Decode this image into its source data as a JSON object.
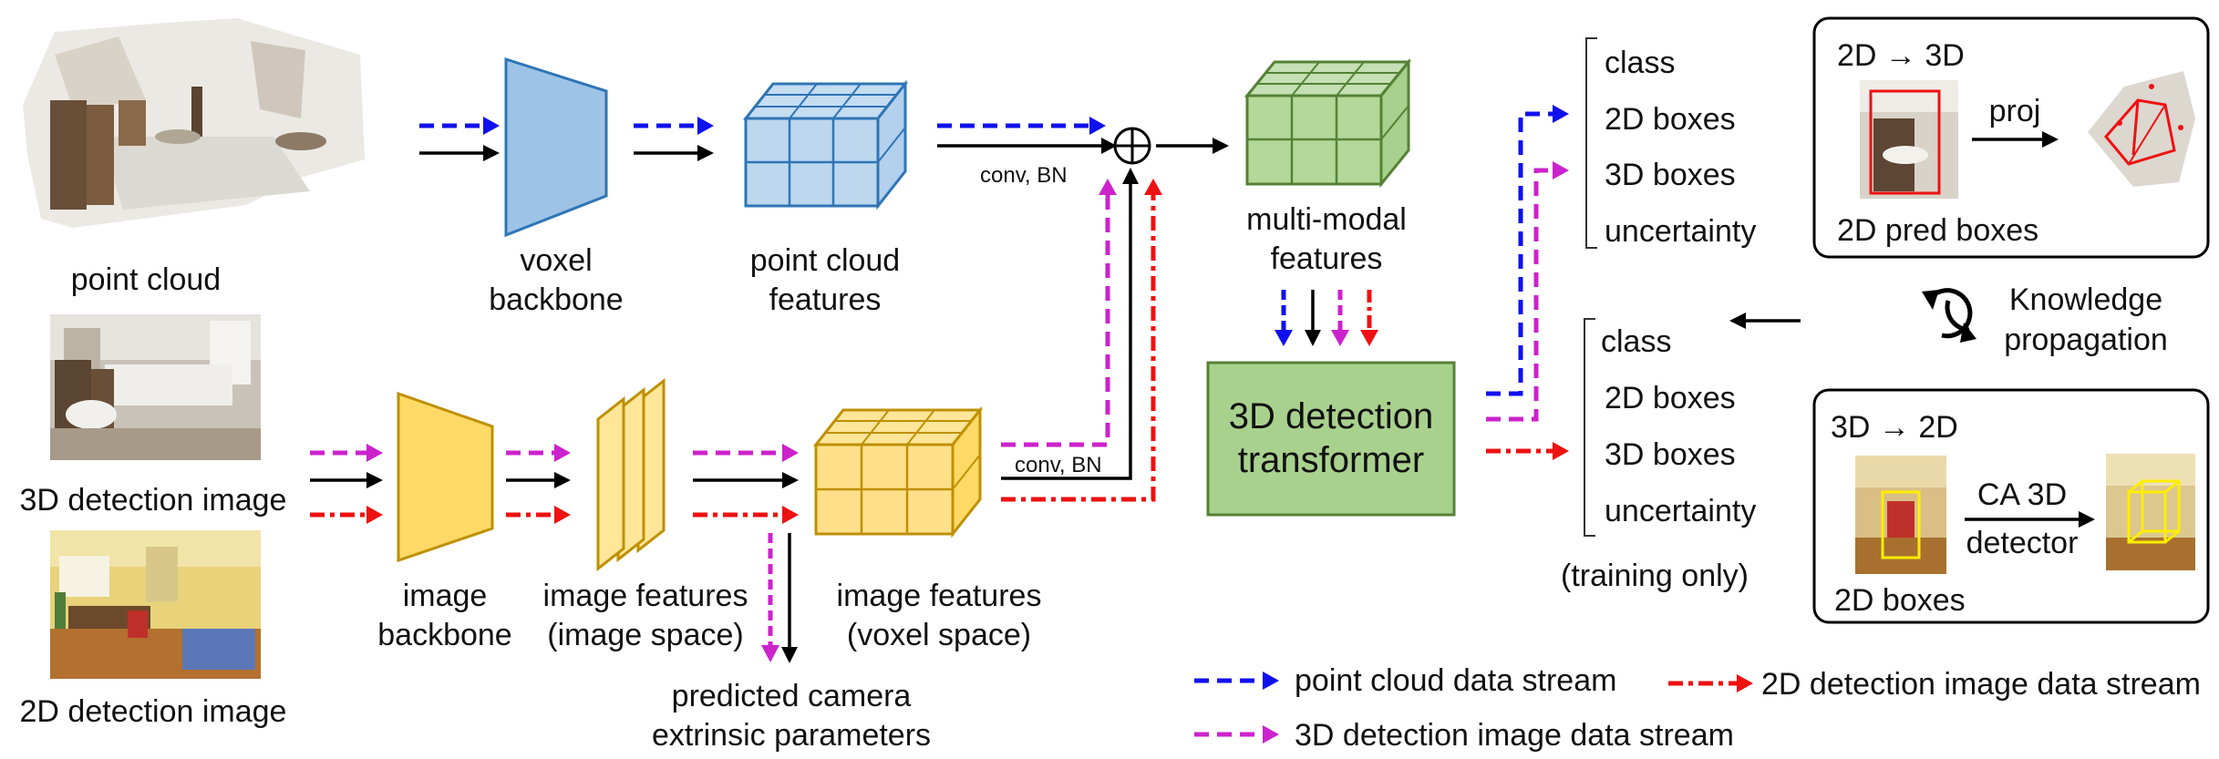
{
  "colors": {
    "point_cloud_stream": "#1010ee",
    "image3d_stream": "#cc22cc",
    "image2d_stream": "#ee1111",
    "main_stream": "#000000",
    "voxel_backbone_fill": "#9dc3e6",
    "voxel_backbone_stroke": "#2e75b6",
    "image_backbone_fill": "#ffd966",
    "image_backbone_stroke": "#bf9000",
    "multimodal_fill": "#a9d18e",
    "multimodal_stroke": "#548235",
    "transformer_fill": "#a9d18e"
  },
  "inputs": {
    "point_cloud": "point cloud",
    "image3d": "3D detection image",
    "image2d": "2D detection image"
  },
  "blocks": {
    "voxel_backbone": [
      "voxel",
      "backbone"
    ],
    "point_cloud_features": [
      "point cloud",
      "features"
    ],
    "image_backbone": [
      "image",
      "backbone"
    ],
    "image_features_image_space": [
      "image features",
      "(image space)"
    ],
    "image_features_voxel_space": [
      "image features",
      "(voxel space)"
    ],
    "multi_modal_features": [
      "multi-modal",
      "features"
    ],
    "camera_params": [
      "predicted camera",
      "extrinsic parameters"
    ],
    "transformer": [
      "3D detection",
      "transformer"
    ],
    "conv_bn_top": "conv, BN",
    "conv_bn_bottom": "conv, BN",
    "plus_symbol": "⊕"
  },
  "outputs": {
    "upper": [
      "class",
      "2D boxes",
      "3D boxes",
      "uncertainty"
    ],
    "lower": [
      "class",
      "2D boxes",
      "3D boxes",
      "uncertainty"
    ],
    "training_only": "(training only)"
  },
  "knowledge": {
    "label": [
      "Knowledge",
      "propagation"
    ],
    "top_panel": {
      "title": "2D → 3D",
      "proj_label": "proj",
      "caption": "2D pred boxes"
    },
    "bottom_panel": {
      "title": "3D → 2D",
      "detector_label": [
        "CA 3D",
        "detector"
      ],
      "caption": "2D boxes"
    }
  },
  "legend": {
    "point_cloud_stream": "point cloud data stream",
    "image2d_stream": "2D detection image data stream",
    "image3d_stream": "3D detection image data stream"
  }
}
